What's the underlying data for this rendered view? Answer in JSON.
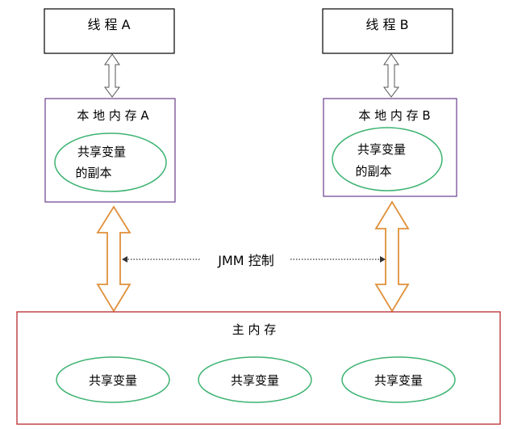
{
  "threads": [
    {
      "label": "线 程 A"
    },
    {
      "label": "线 程 B"
    }
  ],
  "local_memory": [
    {
      "label": "本 地 内 存 A",
      "copy_line1": "共享变量",
      "copy_line2": "的副本"
    },
    {
      "label": "本 地 内 存 B",
      "copy_line1": "共享变量",
      "copy_line2": "的副本"
    }
  ],
  "jmm_label": "JMM 控制",
  "main_memory": {
    "label": "主 内 存",
    "variables": [
      "共享变量",
      "共享变量",
      "共享变量"
    ]
  },
  "colors": {
    "thread_border": "#000000",
    "local_border": "#6a3c8c",
    "ellipse_border": "#3cb371",
    "orange_arrow": "#e0903a",
    "main_border": "#b8282e"
  }
}
